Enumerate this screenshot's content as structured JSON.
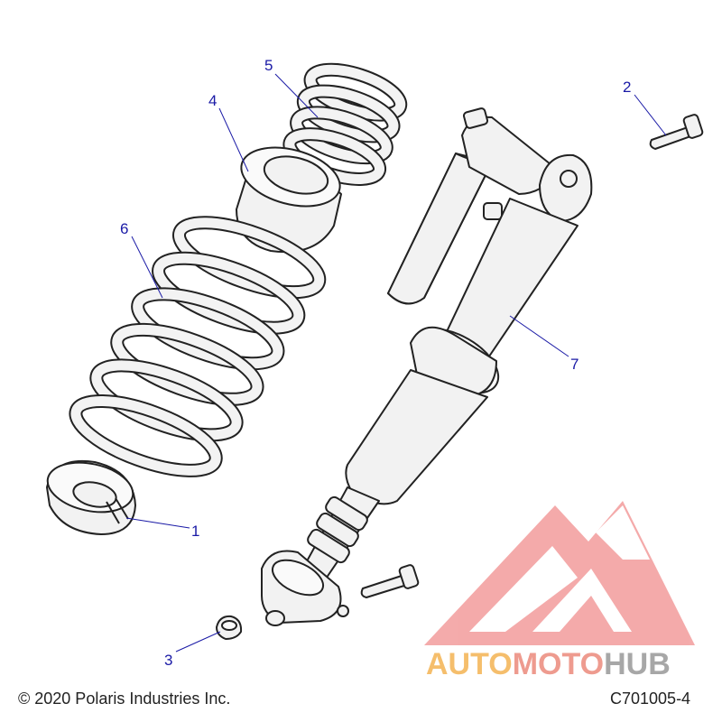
{
  "callouts": {
    "c1": "1",
    "c2": "2",
    "c3": "3",
    "c4": "4",
    "c5": "5",
    "c6": "6",
    "c7": "7"
  },
  "footer": {
    "copyright": "© 2020 Polaris Industries Inc.",
    "diagram_id": "C701005-4"
  },
  "watermark": {
    "part_a": "AUTO",
    "part_b": "MOTO",
    "part_c": "HUB",
    "color_a": "#f2a93b",
    "color_b": "#e97a6a",
    "color_c": "#8a8a8a",
    "logo_color": "#ef6f6f"
  }
}
